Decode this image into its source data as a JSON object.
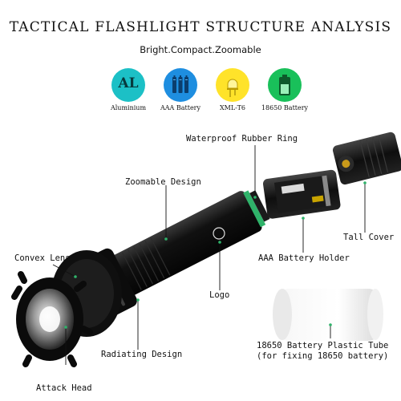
{
  "header": {
    "title": "TACTICAL FLASHLIGHT STRUCTURE ANALYSIS",
    "subtitle": "Bright.Compact.Zoomable"
  },
  "features": [
    {
      "label": "Aluminium",
      "icon": "al-text-icon",
      "icon_text": "AL",
      "color": "#1cc0c6"
    },
    {
      "label": "AAA Battery",
      "icon": "aaa-batteries-icon",
      "color": "#1e8ee0"
    },
    {
      "label": "XML-T6",
      "icon": "led-bulb-icon",
      "color": "#ffe32a"
    },
    {
      "label": "18650 Battery",
      "icon": "battery-icon",
      "color": "#19c05a"
    }
  ],
  "callouts": {
    "waterproof_ring": "Waterproof Rubber Ring",
    "zoomable_design": "Zoomable Design",
    "tall_cover": "Tall Cover",
    "convex_lens": "Convex Lens",
    "aaa_holder": "AAA Battery Holder",
    "logo": "Logo",
    "radiating_design": "Radiating Design",
    "attack_head": "Attack Head",
    "plastic_tube": "18650 Battery Plastic Tube\n(for fixing 18650 battery)"
  },
  "colors": {
    "accent_ring": "#2fb36a",
    "flashlight_body": "#1a1a1a",
    "leader_line": "#111111"
  }
}
